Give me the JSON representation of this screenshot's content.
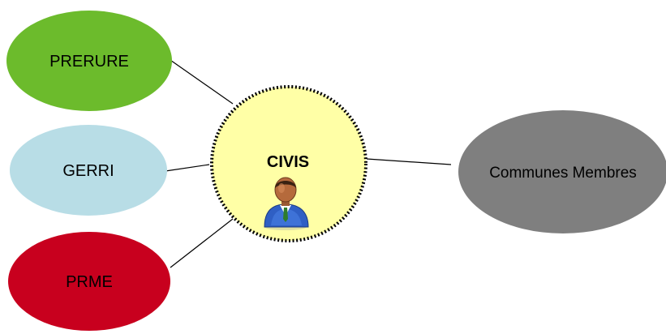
{
  "diagram": {
    "center": {
      "label": "CIVIS",
      "fill": "#ffffa6",
      "border": "#000000",
      "icon": "person-user-icon"
    },
    "nodes": [
      {
        "id": "prerure",
        "label": "PRERURE",
        "fill": "#6cbb2c"
      },
      {
        "id": "gerri",
        "label": "GERRI",
        "fill": "#b8dde6"
      },
      {
        "id": "prme",
        "label": "PRME",
        "fill": "#c8001e"
      },
      {
        "id": "communes",
        "label": "Communes Membres",
        "fill": "#7f7f7f"
      }
    ],
    "connections": [
      {
        "from": "prerure",
        "to": "civis"
      },
      {
        "from": "gerri",
        "to": "civis"
      },
      {
        "from": "prme",
        "to": "civis"
      },
      {
        "from": "civis",
        "to": "communes"
      }
    ]
  }
}
